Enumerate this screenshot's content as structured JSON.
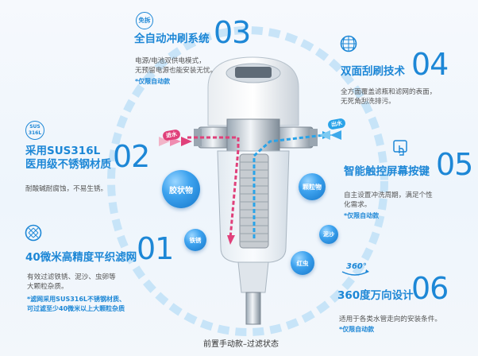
{
  "features": {
    "f03": {
      "badge": "免拆",
      "title": "全自动冲刷系统",
      "number": "03",
      "desc1": "电源/电池双供电模式，",
      "desc2": "无预留电源也能安装无忧。",
      "note": "*仅限自动款"
    },
    "f04": {
      "title": "双面刮刷技术",
      "number": "04",
      "desc1": "全方面覆盖滤瓶和滤网的表面，",
      "desc2": "无死角刮洗排污。"
    },
    "f02": {
      "badge1": "SUS",
      "badge2": "316L",
      "title1": "采用SUS316L",
      "title2": "医用级不锈钢材质",
      "number": "02",
      "desc1": "耐酸碱耐腐蚀，不易生锈。"
    },
    "f05": {
      "title": "智能触控屏幕按键",
      "number": "05",
      "desc1": "自主设置冲洗周期，满足个性",
      "desc2": "化需求。",
      "note": "*仅限自动款"
    },
    "f01": {
      "title": "40微米高精度平织滤网",
      "number": "01",
      "desc1": "有效过滤铁锈、泥沙、虫卵等",
      "desc2": "大颗粒杂质。",
      "note1": "*滤网采用SUS316L不锈钢材质、",
      "note2": "可过滤至少40微米以上大颗粒杂质"
    },
    "f06": {
      "badge": "360°",
      "title": "360度万向设计",
      "number": "06",
      "desc1": "适用于各类水管走向的安装条件。",
      "note": "*仅限自动款"
    }
  },
  "particles": {
    "colloid": "胶状物",
    "granule": "颗粒物",
    "rust": "铁锈",
    "sand": "泥沙",
    "worm": "红虫"
  },
  "flow": {
    "inlet": "进水",
    "outlet": "出水"
  },
  "caption": "前置手动款–过滤状态",
  "colors": {
    "accent": "#1d87d6",
    "inlet": "#e0407a",
    "outlet": "#2aa3e8"
  }
}
